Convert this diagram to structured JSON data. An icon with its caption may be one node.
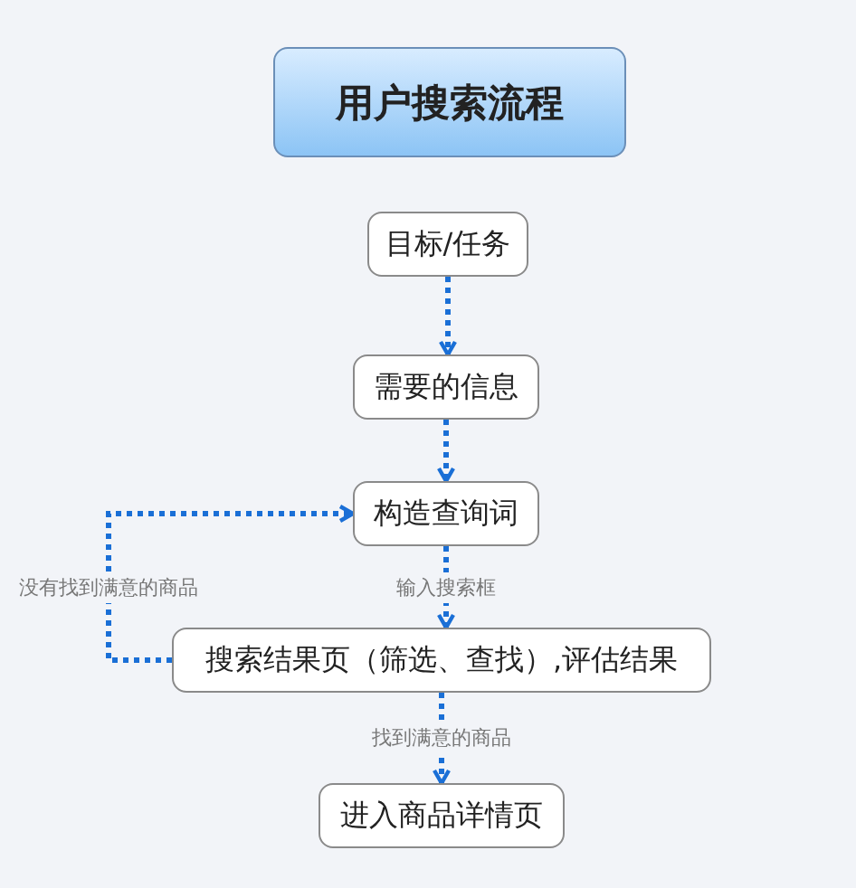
{
  "diagram": {
    "title": "用户搜索流程",
    "nodes": [
      {
        "text": [
          "目标/任务"
        ]
      },
      {
        "text": [
          "需要的信息"
        ]
      },
      {
        "text": [
          "构造查询词"
        ]
      },
      {
        "text": [
          "搜索结果页（筛选、查找）,评估结果"
        ]
      },
      {
        "text": [
          "进入商品详情页"
        ]
      }
    ],
    "edges": [
      {
        "from": 0,
        "to": 1,
        "arrow": "to",
        "style": "dashed"
      },
      {
        "from": 1,
        "to": 2,
        "arrow": "to",
        "style": "dashed"
      },
      {
        "from": 2,
        "to": 3,
        "arrow": "to",
        "style": "dashed",
        "label": "输入搜索框"
      },
      {
        "from": 3,
        "to": 4,
        "arrow": "to",
        "style": "dashed",
        "label": "找到满意的商品"
      },
      {
        "from": 3,
        "to": 2,
        "arrow": "to",
        "style": "dashed",
        "label": "没有找到满意的商品"
      }
    ]
  }
}
